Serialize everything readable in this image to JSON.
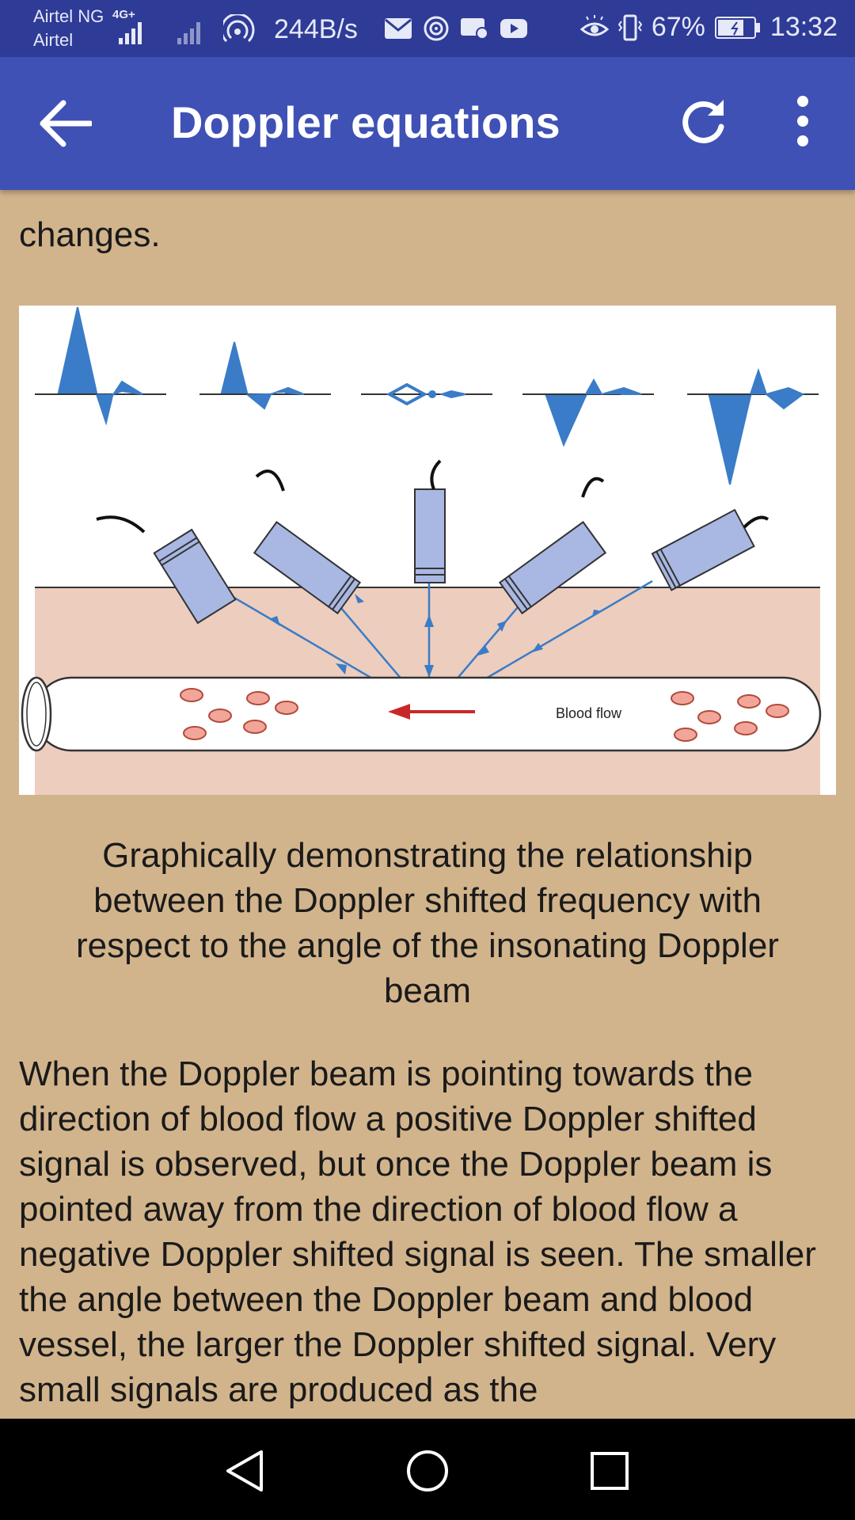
{
  "status_bar": {
    "carrier_line1": "Airtel NG",
    "carrier_line2": "Airtel",
    "network_type": "4G+",
    "data_speed": "244B/s",
    "battery_percent": "67%",
    "time": "13:32",
    "icons": [
      "signal-icon",
      "signal-icon",
      "hotspot-icon",
      "mail-icon",
      "cast-icon",
      "notification-icon",
      "youtube-icon",
      "eye-icon",
      "vibrate-icon",
      "battery-icon"
    ]
  },
  "app_bar": {
    "title": "Doppler equations"
  },
  "content": {
    "intro_text": "changes.",
    "figure": {
      "vessel_label": "Blood flow"
    },
    "caption": "Graphically demonstrating the relationship between the Doppler shifted frequency with respect to the angle of the insonating Doppler beam",
    "body": "When the Doppler beam is pointing towards the direction of blood flow a positive Doppler shifted signal is observed, but once the Doppler beam is pointed away from the direction of blood flow a negative Doppler shifted signal is seen. The smaller the angle between the Doppler beam and blood vessel, the larger the Doppler shifted signal. Very small signals are produced as the"
  },
  "colors": {
    "status_bar": "#2E3B97",
    "app_bar": "#3F51B5",
    "page_background": "#D2B48C",
    "waveform": "#3A7CC7",
    "probe_fill": "#A9B7E3",
    "tissue": "#EDCDBE",
    "blood_cell": "#F2A69A",
    "flow_arrow": "#C8282A"
  }
}
